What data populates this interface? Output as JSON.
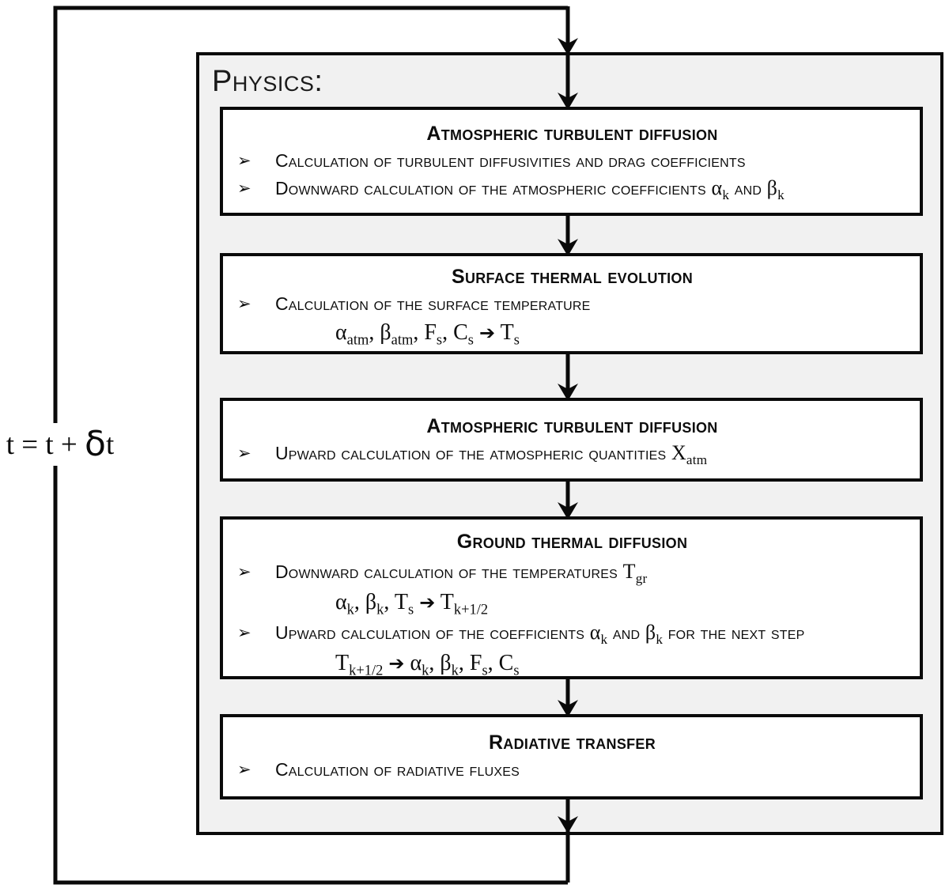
{
  "diagram": {
    "physics_label": "Physics:",
    "loop_label": {
      "pre": "t = t + ",
      "delta": "δ",
      "post": "t"
    },
    "glyphs": {
      "bullet": "➢",
      "arrow": "➔"
    },
    "colors": {
      "line": "#0a0a0a",
      "physics_bg": "#f1f1f1",
      "box_bg": "#ffffff"
    }
  },
  "boxes": [
    {
      "title": "Atmospheric turbulent diffusion",
      "b1": {
        "t1": "Calculation of turbulent diffusivities and drag coefficients"
      },
      "b2": {
        "t1": "Downward calculation of the atmospheric coefficients ",
        "g1": "α",
        "s1": "k",
        "t2": " and ",
        "g2": "β",
        "s2": "k"
      }
    },
    {
      "title": "Surface thermal evolution",
      "b1": {
        "t1": "Calculation of the surface temperature"
      },
      "f1": [
        {
          "m": "α",
          "s": "atm"
        },
        {
          "m": ", "
        },
        {
          "m": "β",
          "s": "atm"
        },
        {
          "m": ", F",
          "s": "s"
        },
        {
          "m": ", C",
          "s": "s"
        },
        {
          "m": " "
        },
        {
          "a": "➔"
        },
        {
          "m": " T",
          "s": "s"
        }
      ]
    },
    {
      "title": "Atmospheric turbulent diffusion",
      "b1": {
        "t1": "Upward calculation of the atmospheric quantities ",
        "g1": "X",
        "s1": "atm"
      }
    },
    {
      "title": "Ground thermal diffusion",
      "b1": {
        "t1": "Downward calculation of the temperatures ",
        "g1": "T",
        "s1": "gr"
      },
      "f1": [
        {
          "m": "α",
          "s": "k"
        },
        {
          "m": ", "
        },
        {
          "m": "β",
          "s": "k"
        },
        {
          "m": ", T",
          "s": "s"
        },
        {
          "m": " "
        },
        {
          "a": "➔"
        },
        {
          "m": " T",
          "s": "k+1/2"
        }
      ],
      "b2": {
        "t1": "Upward calculation of the coefficients ",
        "g1": "α",
        "s1": "k",
        "t2": " and ",
        "g2": "β",
        "s2": "k",
        "t3": " for the next step"
      },
      "f2": [
        {
          "m": "T",
          "s": "k+1/2"
        },
        {
          "m": " "
        },
        {
          "a": "➔"
        },
        {
          "m": " "
        },
        {
          "m": "α",
          "s": "k"
        },
        {
          "m": ", "
        },
        {
          "m": "β",
          "s": "k"
        },
        {
          "m": ", F",
          "s": "s"
        },
        {
          "m": ", C",
          "s": "s"
        }
      ]
    },
    {
      "title": "Radiative transfer",
      "b1": {
        "t1": "Calculation of radiative fluxes"
      }
    }
  ]
}
